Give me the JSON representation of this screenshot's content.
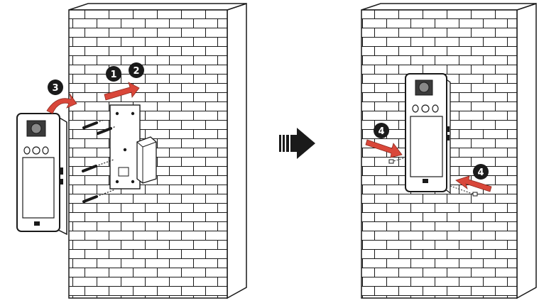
{
  "colors": {
    "arrow": "#d9473a",
    "badge": "#1a1a1a",
    "badge_text": "#ffffff",
    "line": "#1a1a1a",
    "wall_fill": "#ffffff",
    "screen_fill": "#ffffff"
  },
  "steps": {
    "step1": "1",
    "step2": "2",
    "step3": "3",
    "step4_left": "4",
    "step4_right": "4"
  },
  "icons": {
    "transition": "right-arrow-icon",
    "device_camera": "camera-icon"
  }
}
